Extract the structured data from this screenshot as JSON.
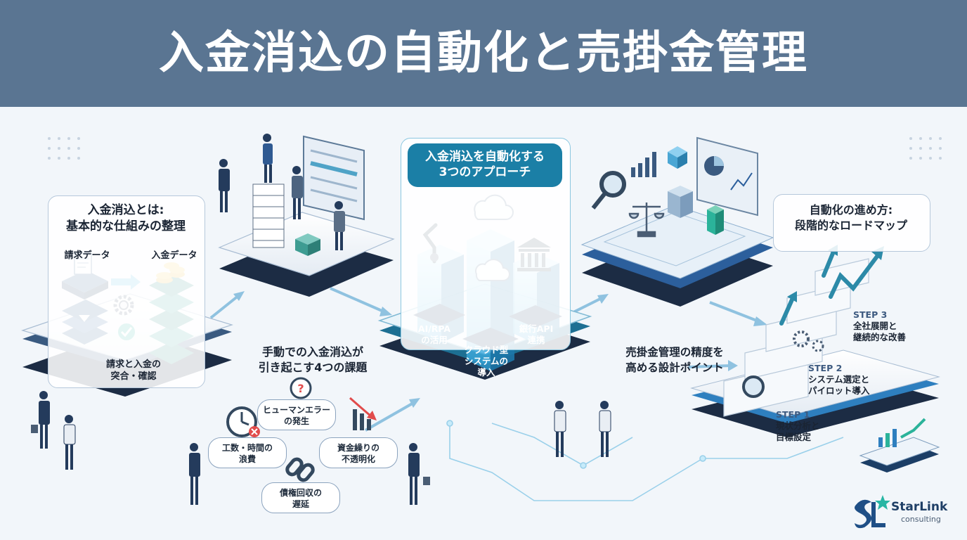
{
  "title": "入金消込の自動化と売掛金管理",
  "section1": {
    "heading_line1": "入金消込とは:",
    "heading_line2": "基本的な仕組みの整理",
    "left_label": "請求データ",
    "right_label": "入金データ",
    "caption_line1": "請求と入金の",
    "caption_line2": "突合・確認"
  },
  "section2": {
    "heading_line1": "手動での入金消込が",
    "heading_line2": "引き起こす4つの課題",
    "issues": [
      {
        "line1": "ヒューマンエラー",
        "line2": "の発生"
      },
      {
        "line1": "工数・時間の",
        "line2": "浪費"
      },
      {
        "line1": "資金繰りの",
        "line2": "不透明化"
      },
      {
        "line1": "債権回収の",
        "line2": "遅延"
      }
    ]
  },
  "section3": {
    "heading_line1": "入金消込を自動化する",
    "heading_line2": "3つのアプローチ",
    "approaches": [
      {
        "line1": "AI/RPA",
        "line2": "の活用",
        "line3": ""
      },
      {
        "line1": "クラウド型",
        "line2": "システムの",
        "line3": "導入"
      },
      {
        "line1": "銀行API",
        "line2": "連携",
        "line3": ""
      }
    ]
  },
  "section4": {
    "heading_line1": "売掛金管理の精度を",
    "heading_line2": "高める設計ポイント"
  },
  "section5": {
    "heading_line1": "自動化の進め方:",
    "heading_line2": "段階的なロードマップ",
    "steps": [
      {
        "num": "STEP 1",
        "line1": "現状分析と",
        "line2": "目標設定"
      },
      {
        "num": "STEP 2",
        "line1": "システム選定と",
        "line2": "パイロット導入"
      },
      {
        "num": "STEP 3",
        "line1": "全社展開と",
        "line2": "継続的な改善"
      }
    ]
  },
  "logo": {
    "name": "StarLink",
    "sub": "consulting"
  },
  "colors": {
    "header_bg": "#5a7592",
    "accent_teal": "#1b7fa6",
    "navy": "#1f3f66",
    "cyan": "#55b8e0"
  },
  "icons": [
    "document-icon",
    "coins-icon",
    "gear-icon",
    "check-icon",
    "clock-icon",
    "question-icon",
    "chart-down-icon",
    "chain-icon",
    "robot-arm-icon",
    "cloud-icon",
    "bank-icon",
    "magnifier-icon",
    "scale-icon",
    "pie-chart-icon",
    "growth-arrow-icon"
  ]
}
